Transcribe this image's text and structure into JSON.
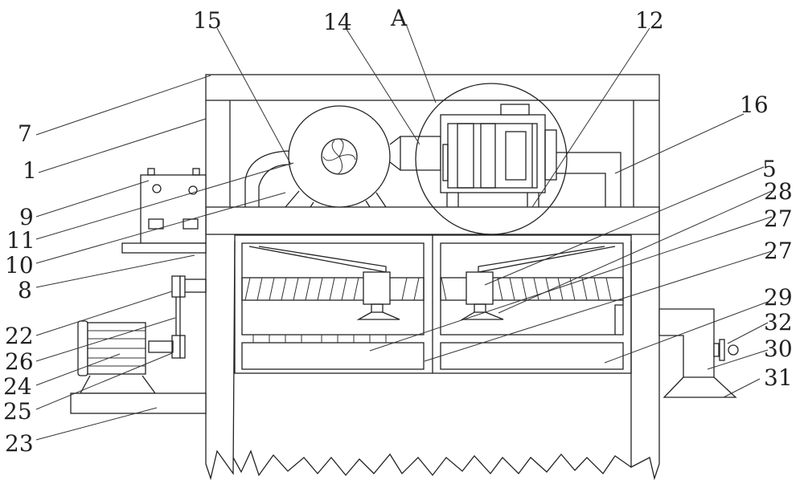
{
  "labels": {
    "l15": "15",
    "l14": "14",
    "lA": "A",
    "l12": "12",
    "l7": "7",
    "l1": "1",
    "l9": "9",
    "l11": "11",
    "l10": "10",
    "l8": "8",
    "l22": "22",
    "l26": "26",
    "l24": "24",
    "l25": "25",
    "l23": "23",
    "l16": "16",
    "l5": "5",
    "l28": "28",
    "l27a": "27",
    "l27b": "27",
    "l29": "29",
    "l32": "32",
    "l30": "30",
    "l31": "31"
  }
}
